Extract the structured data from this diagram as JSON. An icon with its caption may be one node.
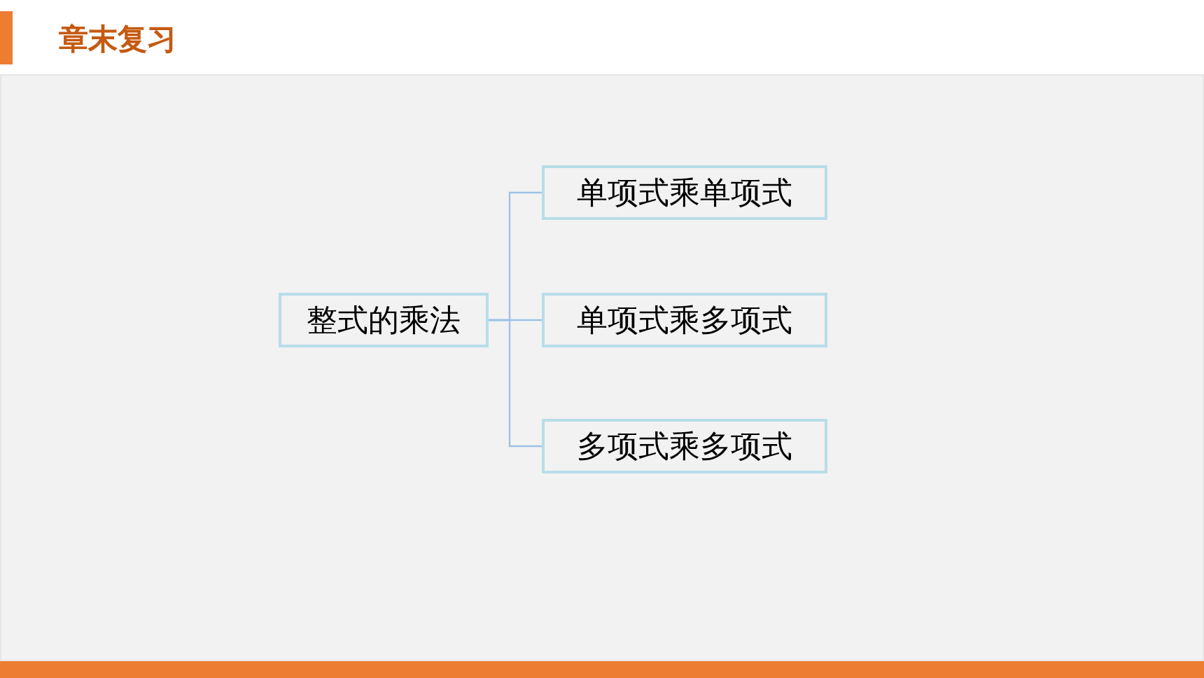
{
  "diagram": {
    "title": "章末复习",
    "nodes": [
      {
        "text": [
          "整式的乘法"
        ]
      },
      {
        "text": [
          "单项式乘单项式"
        ]
      },
      {
        "text": [
          "单项式乘多项式"
        ]
      },
      {
        "text": [
          "多项式乘多项式"
        ]
      }
    ],
    "edges": [
      {
        "from": 0,
        "to": 1,
        "arrow": "none"
      },
      {
        "from": 0,
        "to": 2,
        "arrow": "none"
      },
      {
        "from": 0,
        "to": 3,
        "arrow": "none"
      }
    ]
  }
}
